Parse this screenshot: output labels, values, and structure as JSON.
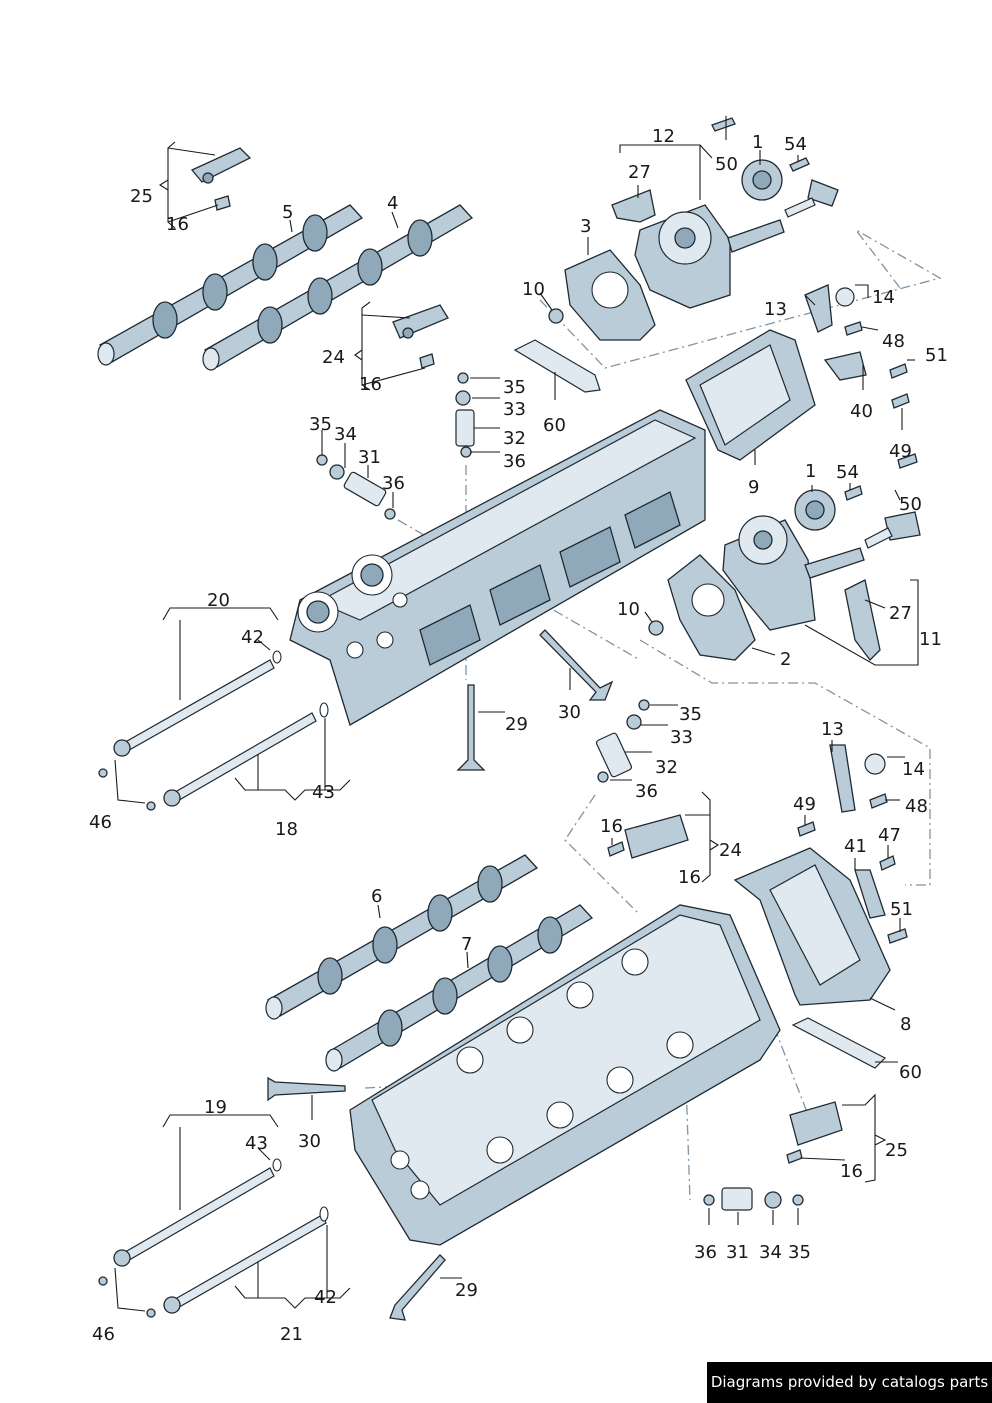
{
  "labels": [
    {
      "id": "12a",
      "text": "12"
    },
    {
      "id": "1a",
      "text": "1"
    },
    {
      "id": "54a",
      "text": "54"
    },
    {
      "id": "50a",
      "text": "50"
    },
    {
      "id": "27a",
      "text": "27"
    },
    {
      "id": "3",
      "text": "3"
    },
    {
      "id": "10a",
      "text": "10"
    },
    {
      "id": "13a",
      "text": "13"
    },
    {
      "id": "14a",
      "text": "14"
    },
    {
      "id": "48a",
      "text": "48"
    },
    {
      "id": "51a",
      "text": "51"
    },
    {
      "id": "40",
      "text": "40"
    },
    {
      "id": "60a",
      "text": "60"
    },
    {
      "id": "9",
      "text": "9"
    },
    {
      "id": "49a",
      "text": "49"
    },
    {
      "id": "1b",
      "text": "1"
    },
    {
      "id": "54b",
      "text": "54"
    },
    {
      "id": "50b",
      "text": "50"
    },
    {
      "id": "27b",
      "text": "27"
    },
    {
      "id": "11",
      "text": "11"
    },
    {
      "id": "10b",
      "text": "10"
    },
    {
      "id": "2",
      "text": "2"
    },
    {
      "id": "25a",
      "text": "25"
    },
    {
      "id": "16a",
      "text": "16"
    },
    {
      "id": "5",
      "text": "5"
    },
    {
      "id": "4",
      "text": "4"
    },
    {
      "id": "24a",
      "text": "24"
    },
    {
      "id": "16b",
      "text": "16"
    },
    {
      "id": "35a",
      "text": "35"
    },
    {
      "id": "33a",
      "text": "33"
    },
    {
      "id": "32a",
      "text": "32"
    },
    {
      "id": "36a",
      "text": "36"
    },
    {
      "id": "35b",
      "text": "35"
    },
    {
      "id": "34a",
      "text": "34"
    },
    {
      "id": "31a",
      "text": "31"
    },
    {
      "id": "36b",
      "text": "36"
    },
    {
      "id": "20",
      "text": "20"
    },
    {
      "id": "42a",
      "text": "42"
    },
    {
      "id": "43a",
      "text": "43"
    },
    {
      "id": "46a",
      "text": "46"
    },
    {
      "id": "18",
      "text": "18"
    },
    {
      "id": "29a",
      "text": "29"
    },
    {
      "id": "30a",
      "text": "30"
    },
    {
      "id": "35c",
      "text": "35"
    },
    {
      "id": "33b",
      "text": "33"
    },
    {
      "id": "32b",
      "text": "32"
    },
    {
      "id": "36c",
      "text": "36"
    },
    {
      "id": "13b",
      "text": "13"
    },
    {
      "id": "14b",
      "text": "14"
    },
    {
      "id": "49b",
      "text": "49"
    },
    {
      "id": "48b",
      "text": "48"
    },
    {
      "id": "16c",
      "text": "16"
    },
    {
      "id": "24b",
      "text": "24"
    },
    {
      "id": "16d",
      "text": "16"
    },
    {
      "id": "47",
      "text": "47"
    },
    {
      "id": "41",
      "text": "41"
    },
    {
      "id": "51b",
      "text": "51"
    },
    {
      "id": "6",
      "text": "6"
    },
    {
      "id": "7",
      "text": "7"
    },
    {
      "id": "8",
      "text": "8"
    },
    {
      "id": "60b",
      "text": "60"
    },
    {
      "id": "19",
      "text": "19"
    },
    {
      "id": "43b",
      "text": "43"
    },
    {
      "id": "30b",
      "text": "30"
    },
    {
      "id": "25b",
      "text": "25"
    },
    {
      "id": "16e",
      "text": "16"
    },
    {
      "id": "42b",
      "text": "42"
    },
    {
      "id": "46b",
      "text": "46"
    },
    {
      "id": "21",
      "text": "21"
    },
    {
      "id": "29b",
      "text": "29"
    },
    {
      "id": "36d",
      "text": "36"
    },
    {
      "id": "31b",
      "text": "31"
    },
    {
      "id": "34b",
      "text": "34"
    },
    {
      "id": "35d",
      "text": "35"
    }
  ],
  "watermark": "Diagrams provided by catalogs parts",
  "colors": {
    "part_fill": "#b9ccd8",
    "part_dark": "#8fa9ba",
    "outline": "#1f2a33",
    "dashed_line": "#7f95a4",
    "text": "#1a1a1a"
  }
}
